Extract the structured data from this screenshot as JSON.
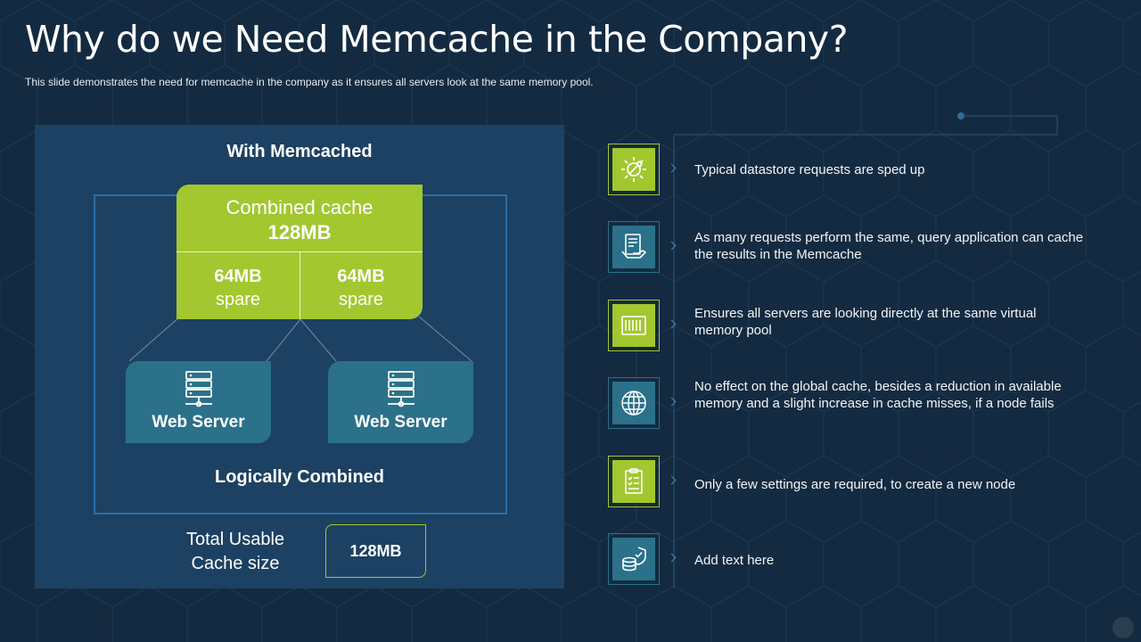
{
  "header": {
    "title": "Why do we Need Memcache in the Company?",
    "subtitle": "This slide demonstrates the need for memcache in the company as it ensures all servers look at the same memory pool."
  },
  "diagram": {
    "heading": "With Memcached",
    "combined_cache": {
      "title": "Combined cache",
      "size": "128MB"
    },
    "spare": [
      {
        "amount": "64MB",
        "label": "spare"
      },
      {
        "amount": "64MB",
        "label": "spare"
      }
    ],
    "servers": [
      {
        "label": "Web Server"
      },
      {
        "label": "Web Server"
      }
    ],
    "combined_label": "Logically  Combined",
    "total": {
      "label_line1": "Total Usable",
      "label_line2": "Cache size",
      "value": "128MB"
    }
  },
  "benefits": [
    {
      "icon": "gear-wrench-icon",
      "text": "Typical datastore requests are sped up"
    },
    {
      "icon": "document-hand-icon",
      "text": "As many requests perform the same, query application can cache the results in the Memcache"
    },
    {
      "icon": "memory-module-icon",
      "text": "Ensures all servers are looking directly at the same virtual memory pool"
    },
    {
      "icon": "globe-grid-icon",
      "text": "No effect on the global cache, besides a reduction in available memory and a slight increase in cache misses, if a node fails"
    },
    {
      "icon": "clipboard-checklist-icon",
      "text": "Only a few settings are required, to create a new node"
    },
    {
      "icon": "shield-database-icon",
      "text": "Add text here"
    }
  ],
  "colors": {
    "background": "#142a40",
    "panel": "#1d4162",
    "accent_green": "#a3c72f",
    "accent_teal": "#2a7189",
    "frame_blue": "#2d6ea8"
  }
}
